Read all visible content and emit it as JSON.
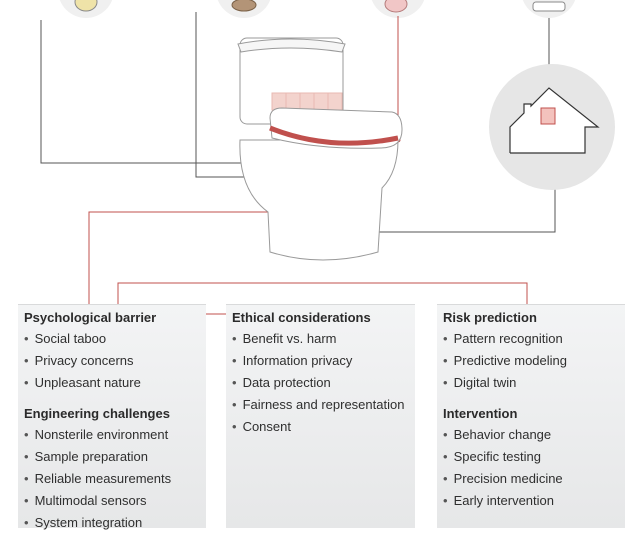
{
  "panels": {
    "left": {
      "sections": [
        {
          "heading": "Psychological barrier",
          "items": [
            "Social taboo",
            "Privacy concerns",
            "Unpleasant nature"
          ]
        },
        {
          "heading": "Engineering challenges",
          "items": [
            "Nonsterile environment",
            "Sample preparation",
            "Reliable measurements",
            "Multimodal sensors",
            "System integration"
          ]
        }
      ]
    },
    "middle": {
      "sections": [
        {
          "heading": "Ethical considerations",
          "items": [
            "Benefit vs. harm",
            "Information privacy",
            "Data protection",
            "Fairness and representation",
            "Consent"
          ]
        }
      ]
    },
    "right": {
      "sections": [
        {
          "heading": "Risk prediction",
          "items": [
            "Pattern recognition",
            "Predictive modeling",
            "Digital twin"
          ]
        },
        {
          "heading": "Intervention",
          "items": [
            "Behavior change",
            "Specific testing",
            "Precision medicine",
            "Early intervention"
          ]
        }
      ]
    }
  },
  "icons": [
    "urine-sample-icon",
    "stool-sample-icon",
    "tissue-sample-icon",
    "device-icon",
    "home-icon",
    "smart-toilet-icon"
  ],
  "colors": {
    "accent": "#c0504d",
    "accent_light": "#f3d3cd",
    "line": "#555555",
    "panel": "#eeeff0"
  }
}
